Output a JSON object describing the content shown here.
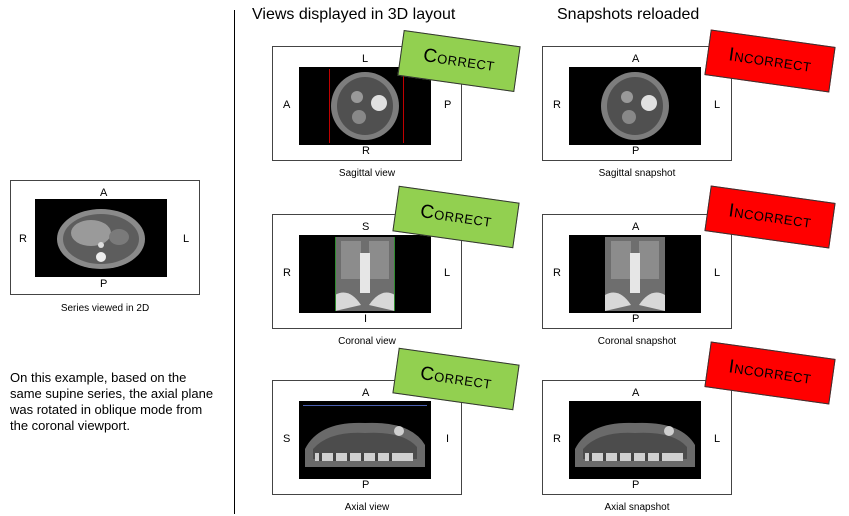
{
  "headings": {
    "views_3d": "Views displayed in 3D layout",
    "snapshots": "Snapshots reloaded"
  },
  "series_2d": {
    "labels": {
      "top": "A",
      "left": "R",
      "right": "L",
      "bottom": "P"
    },
    "caption": "Series viewed in 2D"
  },
  "note": "On this example, based on the same supine series, the axial plane was rotated in oblique mode from the coronal viewport.",
  "rows": [
    {
      "view": {
        "labels": {
          "top": "L",
          "left": "A",
          "right": "P",
          "bottom": "R"
        },
        "caption": "Sagittal view",
        "stamp": "Correct"
      },
      "snapshot": {
        "labels": {
          "top": "A",
          "left": "R",
          "right": "L",
          "bottom": "P"
        },
        "caption": "Sagittal snapshot",
        "stamp": "Incorrect"
      }
    },
    {
      "view": {
        "labels": {
          "top": "S",
          "left": "R",
          "right": "L",
          "bottom": "I"
        },
        "caption": "Coronal view",
        "stamp": "Correct"
      },
      "snapshot": {
        "labels": {
          "top": "A",
          "left": "R",
          "right": "L",
          "bottom": "P"
        },
        "caption": "Coronal snapshot",
        "stamp": "Incorrect"
      }
    },
    {
      "view": {
        "labels": {
          "top": "A",
          "left": "S",
          "right": "I",
          "bottom": "P"
        },
        "caption": "Axial view",
        "stamp": "Correct"
      },
      "snapshot": {
        "labels": {
          "top": "A",
          "left": "R",
          "right": "L",
          "bottom": "P"
        },
        "caption": "Axial snapshot",
        "stamp": "Incorrect"
      }
    }
  ],
  "colors": {
    "correct": "#92d050",
    "incorrect": "#ff0000"
  }
}
